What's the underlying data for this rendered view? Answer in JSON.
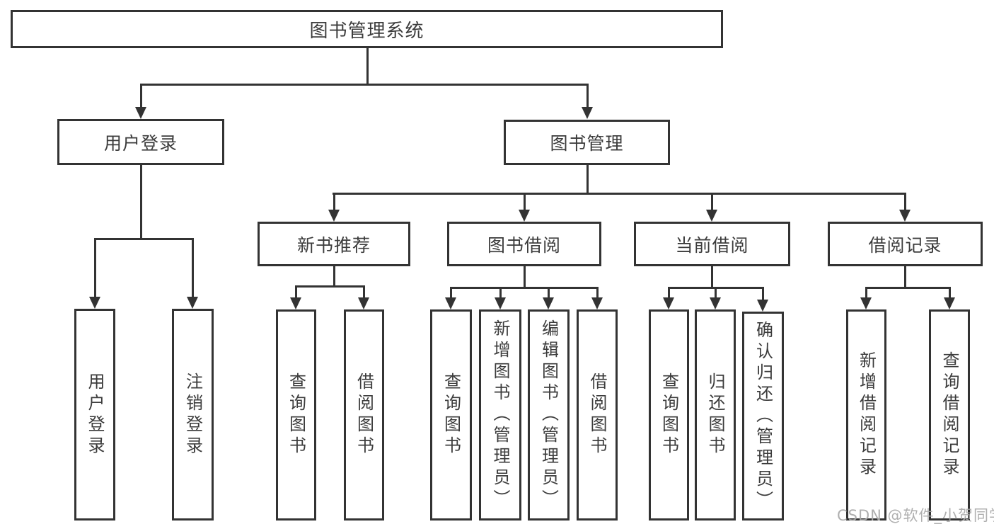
{
  "diagram": {
    "title": "图书管理系统",
    "root": {
      "label": "图书管理系统"
    },
    "level2": [
      {
        "label": "用户登录"
      },
      {
        "label": "图书管理"
      }
    ],
    "level3": [
      {
        "label": "新书推荐"
      },
      {
        "label": "图书借阅"
      },
      {
        "label": "当前借阅"
      },
      {
        "label": "借阅记录"
      }
    ],
    "leaves": {
      "user": [
        "用户登录",
        "注销登录"
      ],
      "newbook": [
        "查询图书",
        "借阅图书"
      ],
      "borrow": [
        "查询图书",
        "新增图书（管理员）",
        "编辑图书（管理员）",
        "借阅图书"
      ],
      "current": [
        "查询图书",
        "归还图书",
        "确认归还（管理员）"
      ],
      "records": [
        "新增借阅记录",
        "查询借阅记录"
      ]
    }
  },
  "watermark": "CSDN @软件_小贺同学",
  "colors": {
    "line": "#333333",
    "text": "#3c3c3c",
    "background": "#ffffff",
    "watermark": "#a8a8a8"
  }
}
